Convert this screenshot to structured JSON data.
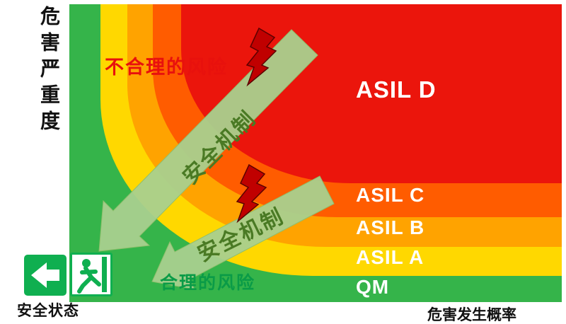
{
  "axes": {
    "y_label": "危害严重度",
    "x_label": "危害发生概率"
  },
  "risk_levels": [
    {
      "label": "ASIL D"
    },
    {
      "label": "ASIL C"
    },
    {
      "label": "ASIL B"
    },
    {
      "label": "ASIL A"
    },
    {
      "label": "QM"
    }
  ],
  "annotations": {
    "unreasonable_risk": "不合理的风险",
    "reasonable_risk": "合理的风险",
    "safety_mechanism_arrow_1": "安全机制",
    "safety_mechanism_arrow_2": "安全机制",
    "safe_state": "安全状态"
  },
  "colors": {
    "qm_green": "#35b44a",
    "asil_a_yellow": "#ffd800",
    "asil_b_orange": "#ffa300",
    "asil_c_deep_orange": "#ff5c00",
    "asil_d_red": "#eb150c",
    "arrow_green": "#a9d08e",
    "arrow_text_green": "#4a7a24",
    "bolt_red": "#c00000",
    "unreasonable_text_red": "#e8110d",
    "reasonable_text_green": "#0a9b47",
    "exit_icon_green": "#0faf50"
  }
}
